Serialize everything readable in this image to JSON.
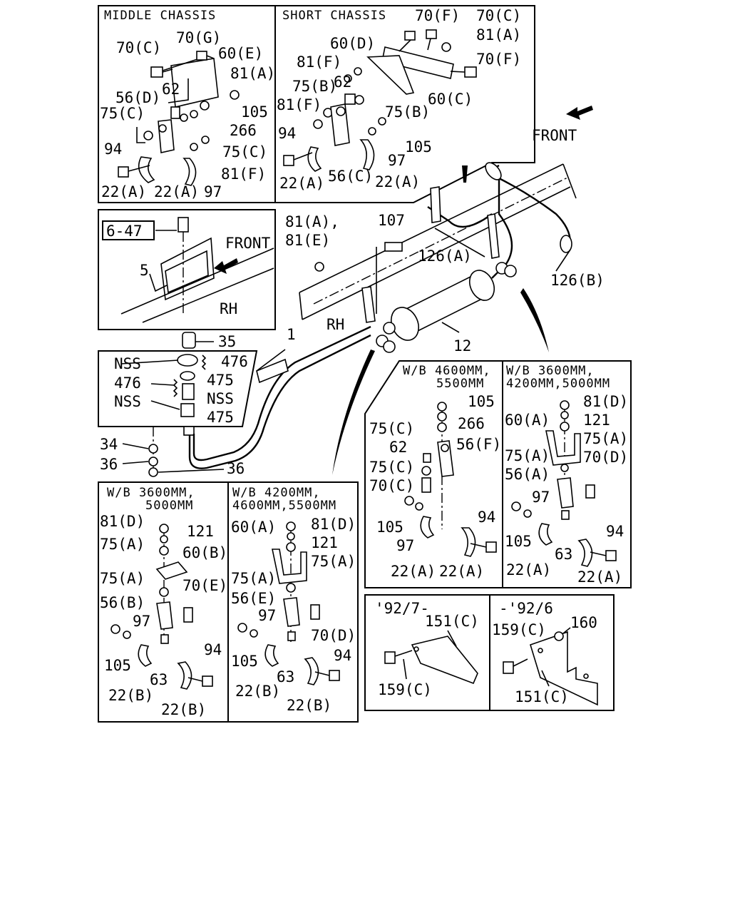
{
  "panels": {
    "middle_chassis": {
      "title": "MIDDLE CHASSIS",
      "labels": [
        "70(C)",
        "70(G)",
        "60(E)",
        "81(A)",
        "62",
        "56(D)",
        "75(C)",
        "105",
        "266",
        "75(C)",
        "94",
        "81(F)",
        "22(A)",
        "22(A)",
        "97"
      ]
    },
    "short_chassis": {
      "title": "SHORT CHASSIS",
      "labels": [
        "70(F)",
        "70(C)",
        "60(D)",
        "81(A)",
        "81(F)",
        "70(F)",
        "62",
        "75(B)",
        "60(C)",
        "81(F)",
        "75(B)",
        "94",
        "105",
        "97",
        "22(A)",
        "56(C)",
        "22(A)"
      ]
    },
    "bracket_detail": {
      "ref": "6-47",
      "part": "5",
      "front": "FRONT",
      "side": "RH"
    },
    "hanger_detail": {
      "labels": [
        "35",
        "NSS",
        "476",
        "476",
        "475",
        "NSS",
        "NSS",
        "475",
        "34",
        "36",
        "36"
      ]
    },
    "main": {
      "labels": [
        "81(A),",
        "81(E)",
        "107",
        "126(A)",
        "126(B)",
        "RH",
        "1",
        "12"
      ],
      "front": "FRONT"
    },
    "wb_4600_5500": {
      "title_1": "W/B 4600MM,",
      "title_2": "5500MM",
      "labels": [
        "105",
        "266",
        "75(C)",
        "62",
        "56(F)",
        "75(C)",
        "70(C)",
        "94",
        "105",
        "97",
        "22(A)",
        "22(A)"
      ]
    },
    "wb_3600_4200_5000": {
      "title_1": "W/B 3600MM,",
      "title_2": "4200MM,5000MM",
      "labels": [
        "81(D)",
        "121",
        "60(A)",
        "75(A)",
        "75(A)",
        "70(D)",
        "56(A)",
        "97",
        "105",
        "94",
        "63",
        "22(A)",
        "22(A)"
      ]
    },
    "wb_3600_5000": {
      "title_1": "W/B 3600MM,",
      "title_2": "5000MM",
      "labels": [
        "81(D)",
        "121",
        "75(A)",
        "60(B)",
        "75(A)",
        "70(E)",
        "56(B)",
        "97",
        "105",
        "94",
        "63",
        "22(B)",
        "22(B)"
      ]
    },
    "wb_4200_4600_5500": {
      "title_1": "W/B 4200MM,",
      "title_2": "4600MM,5500MM",
      "labels": [
        "60(A)",
        "81(D)",
        "121",
        "75(A)",
        "75(A)",
        "56(E)",
        "97",
        "70(D)",
        "105",
        "94",
        "63",
        "22(B)",
        "22(B)"
      ]
    },
    "date_after": {
      "title": "'92/7-",
      "labels": [
        "151(C)",
        "159(C)"
      ]
    },
    "date_before": {
      "title": "-'92/6",
      "labels": [
        "159(C)",
        "160",
        "151(C)"
      ]
    }
  }
}
